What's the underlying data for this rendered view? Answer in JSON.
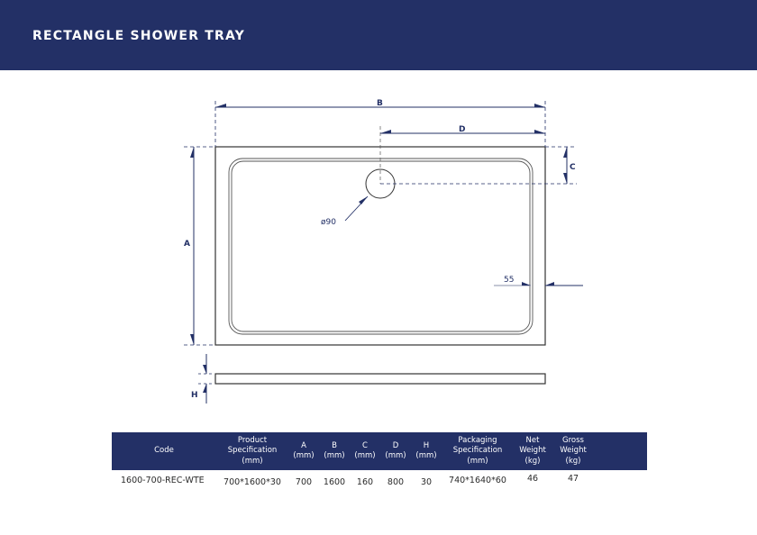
{
  "header": {
    "title": "RECTANGLE SHOWER TRAY",
    "background_color": "#233066"
  },
  "drawing": {
    "dimension_labels": {
      "a": "A",
      "b": "B",
      "c": "C",
      "d": "D",
      "h": "H"
    },
    "notes": {
      "waste_diameter": "ø90",
      "rim_width": "55"
    },
    "line_color": "#233066"
  },
  "table": {
    "headers": [
      [
        "Code"
      ],
      [
        "Product",
        "Specification",
        "(mm)"
      ],
      [
        "A",
        "(mm)"
      ],
      [
        "B",
        "(mm)"
      ],
      [
        "C",
        "(mm)"
      ],
      [
        "D",
        "(mm)"
      ],
      [
        "H",
        "(mm)"
      ],
      [
        "Packaging",
        "Specification",
        "(mm)"
      ],
      [
        "Net",
        "Weight",
        "(kg)"
      ],
      [
        "Gross",
        "Weight",
        "(kg)"
      ],
      [
        ""
      ]
    ],
    "rows": [
      {
        "code": "1600-700-REC-WTE",
        "product_spec": "700*1600*30",
        "a": "700",
        "b": "1600",
        "c": "160",
        "d": "800",
        "h": "30",
        "packaging_spec": "740*1640*60",
        "net_weight": "46",
        "gross_weight": "47"
      }
    ]
  }
}
